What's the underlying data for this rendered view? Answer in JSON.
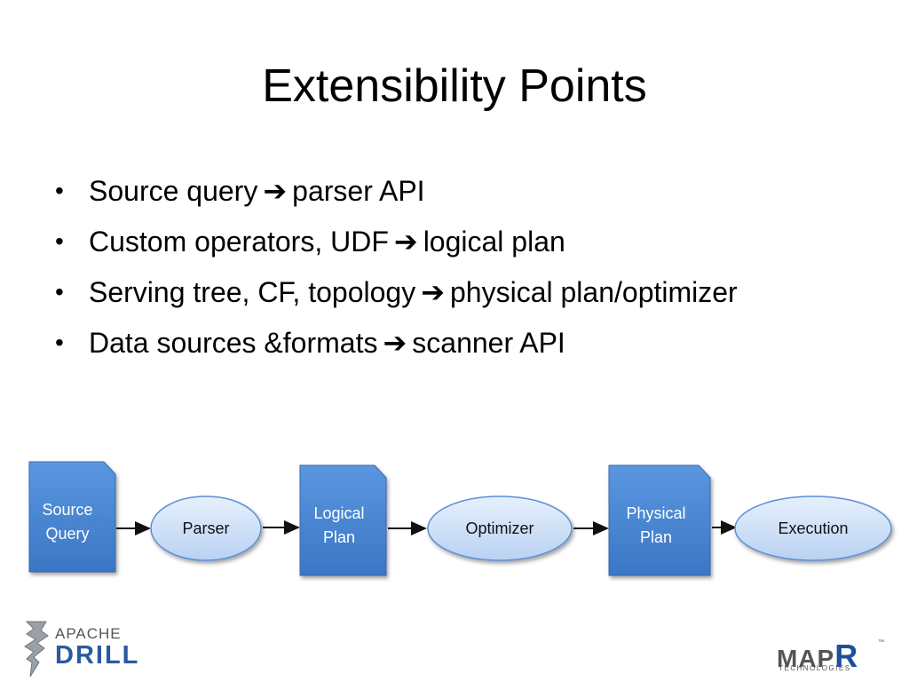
{
  "slide": {
    "title": "Extensibility Points",
    "bullets": [
      {
        "before": "Source query",
        "after": "parser API"
      },
      {
        "before": "Custom operators, UDF",
        "after": "logical plan"
      },
      {
        "before": "Serving tree, CF, topology",
        "after": "physical plan/optimizer"
      },
      {
        "before": "Data sources &formats",
        "after": "scanner API"
      }
    ],
    "bullet_glyph": "•",
    "arrow_glyph": "➔"
  },
  "diagram": {
    "documents": [
      {
        "line1": "Source",
        "line2": "Query"
      },
      {
        "line1": "Logical",
        "line2": "Plan"
      },
      {
        "line1": "Physical",
        "line2": "Plan"
      }
    ],
    "processes": [
      {
        "label": "Parser"
      },
      {
        "label": "Optimizer"
      },
      {
        "label": "Execution"
      }
    ],
    "colors": {
      "document_fill": "#4a86d0",
      "process_fill": "#c9dcf5",
      "process_stroke": "#5b8fd6"
    }
  },
  "logos": {
    "drill": {
      "line1": "APACHE",
      "line2": "DRILL"
    },
    "mapr": {
      "word": "MAP",
      "r": "R",
      "sub": "TECHNOLOGIES",
      "tm": "™"
    }
  }
}
